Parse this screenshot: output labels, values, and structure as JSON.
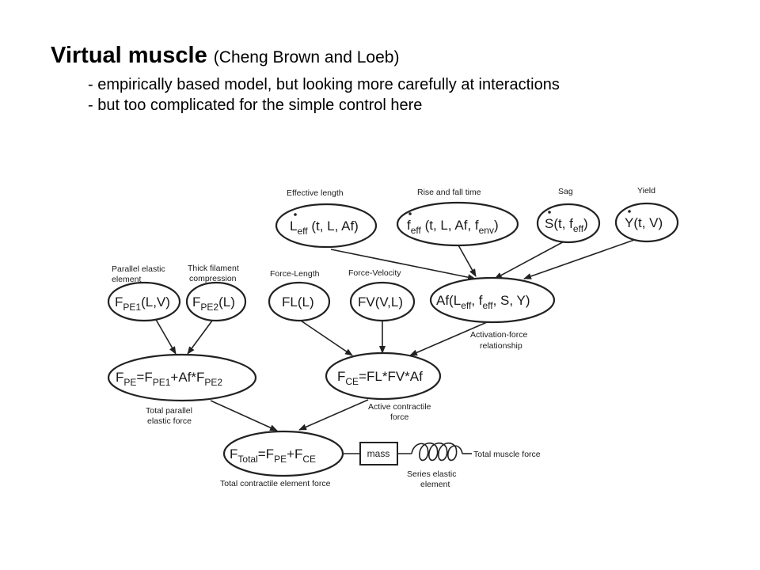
{
  "slide": {
    "title": "Virtual muscle",
    "subtitle": "(Cheng Brown and Loeb)",
    "bullets": [
      "- empirically based model, but looking more carefully at interactions",
      "- but too complicated for the simple control here"
    ]
  },
  "diagram": {
    "labels": {
      "effective_length": "Effective length",
      "rise_fall": "Rise and fall time",
      "sag": "Sag",
      "yield": "Yield",
      "parallel_elastic_1": "Parallel elastic",
      "parallel_elastic_2": "element",
      "thick_filament_1": "Thick filament",
      "thick_filament_2": "compression",
      "force_length": "Force-Length",
      "force_velocity": "Force-Velocity",
      "activation_force_1": "Activation-force",
      "activation_force_2": "relationship",
      "total_parallel_1": "Total parallel",
      "total_parallel_2": "elastic force",
      "active_contractile_1": "Active contractile",
      "active_contractile_2": "force",
      "total_contractile": "Total contractile element force",
      "series_elastic_1": "Series elastic",
      "series_elastic_2": "element",
      "total_muscle_force": "Total muscle force",
      "mass": "mass"
    },
    "nodes": {
      "leff": {
        "main": "L",
        "sub": "eff",
        "rest": " (t, L, Af)"
      },
      "feff": {
        "main": "f",
        "sub": "eff",
        "rest1": " (t, L, Af, f",
        "sub2": "env",
        "rest2": ")"
      },
      "sag": {
        "main": "S",
        "rest1": "(t, f",
        "sub": "eff",
        "rest2": ")"
      },
      "yield": {
        "main": "Y",
        "rest": "(t, V)"
      },
      "fpe1": {
        "main": "F",
        "sub": "PE1",
        "rest": "(L,V)"
      },
      "fpe2": {
        "main": "F",
        "sub": "PE2",
        "rest": "(L)"
      },
      "fl": {
        "text": "FL(L)"
      },
      "fv": {
        "text": "FV(V,L)"
      },
      "af": {
        "a": "Af(L",
        "sub1": "eff",
        "b": ", f",
        "sub2": "eff",
        "c": ", S, Y)"
      },
      "fpe": {
        "a": "F",
        "sub1": "PE",
        "b": "=F",
        "sub2": "PE1",
        "c": "+Af*F",
        "sub3": "PE2"
      },
      "fce": {
        "a": "F",
        "sub1": "CE",
        "b": "=FL*FV*Af"
      },
      "ftotal": {
        "a": "F",
        "sub1": "Total",
        "b": "=F",
        "sub2": "PE",
        "c": "+F",
        "sub3": "CE"
      }
    }
  }
}
